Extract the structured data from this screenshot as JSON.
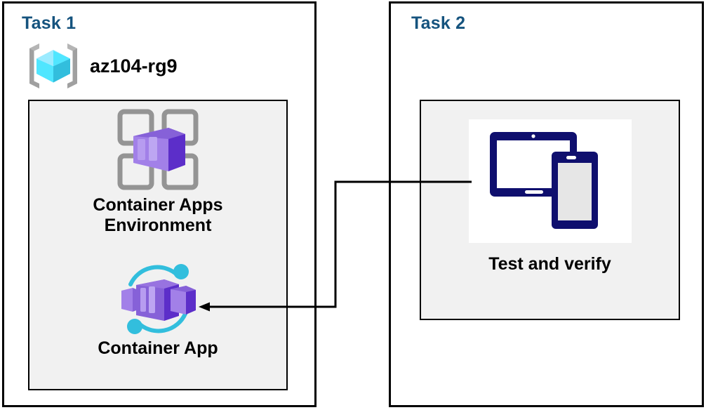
{
  "diagram": {
    "title_colors": {
      "task_heading": "#15537e",
      "node_label": "#000000",
      "panel_border": "#000000",
      "group_fill": "#f1f1f1",
      "container_purple": "#8661d8",
      "container_purple_dark": "#5c2ec9",
      "resource_group_cyan": "#50e6ff",
      "accent_cyan": "#32bedd",
      "device_navy": "#0f0f6e",
      "canvas_background": "#ffffff"
    },
    "panels": [
      {
        "id": "task1",
        "heading": "Task 1",
        "resource_group": {
          "icon": "resource-group-icon",
          "name": "az104-rg9"
        },
        "nodes": [
          {
            "id": "container-apps-environment",
            "icon": "container-apps-environment-icon",
            "label": "Container Apps\nEnvironment"
          },
          {
            "id": "container-app",
            "icon": "container-app-icon",
            "label": "Container App"
          }
        ]
      },
      {
        "id": "task2",
        "heading": "Task 2",
        "nodes": [
          {
            "id": "test-and-verify",
            "icon": "devices-icon",
            "label": "Test and verify"
          }
        ]
      }
    ],
    "connectors": [
      {
        "id": "test-to-container-app",
        "from": "test-and-verify",
        "to": "container-app",
        "arrow": "arrowhead-left",
        "style": "orthogonal"
      }
    ]
  }
}
